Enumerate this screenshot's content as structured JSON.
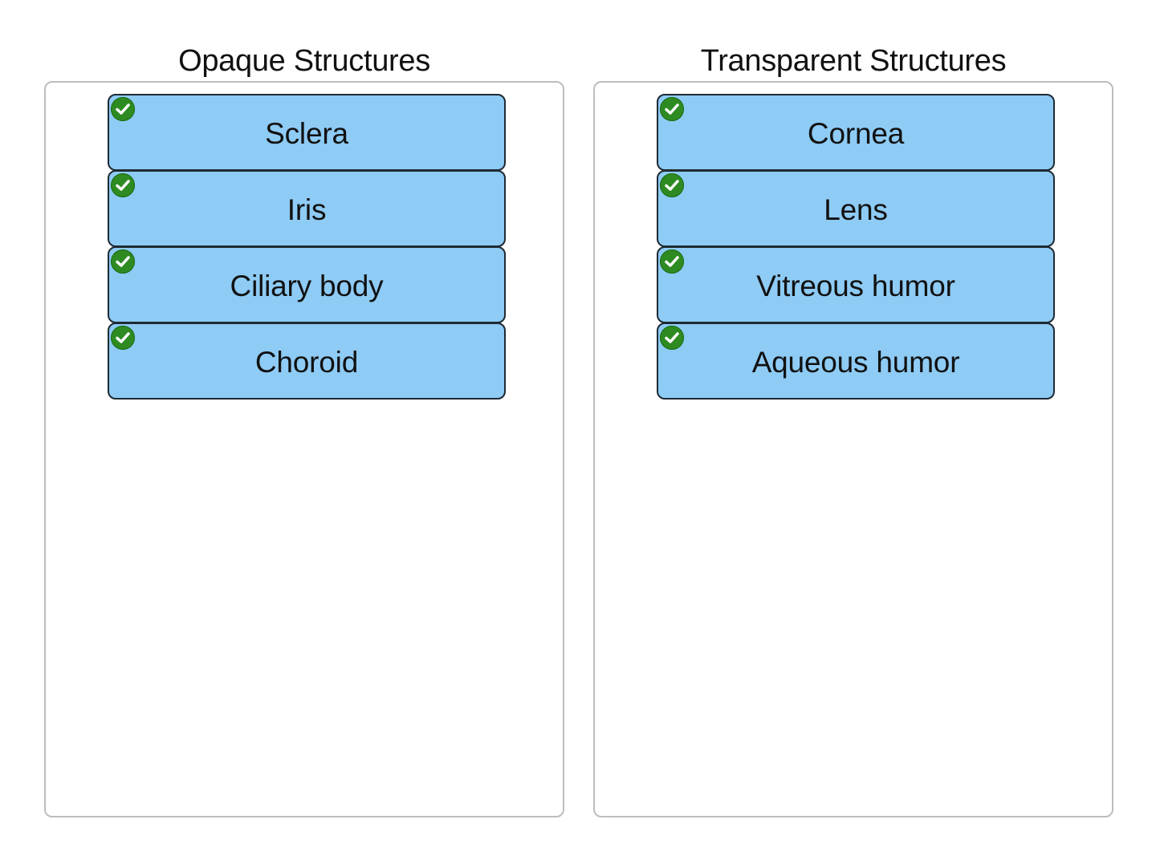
{
  "buckets": [
    {
      "title": "Opaque Structures",
      "items": [
        {
          "label": "Sclera",
          "status": "correct"
        },
        {
          "label": "Iris",
          "status": "correct"
        },
        {
          "label": "Ciliary body",
          "status": "correct"
        },
        {
          "label": "Choroid",
          "status": "correct"
        }
      ]
    },
    {
      "title": "Transparent Structures",
      "items": [
        {
          "label": "Cornea",
          "status": "correct"
        },
        {
          "label": "Lens",
          "status": "correct"
        },
        {
          "label": "Vitreous humor",
          "status": "correct"
        },
        {
          "label": "Aqueous humor",
          "status": "correct"
        }
      ]
    }
  ],
  "icons": {
    "correct": "check-circle-icon"
  },
  "colors": {
    "item_fill": "#8ecbf5",
    "item_border": "#1f2a33",
    "check_green": "#2e8b22",
    "zone_border": "#bdbdbd"
  }
}
